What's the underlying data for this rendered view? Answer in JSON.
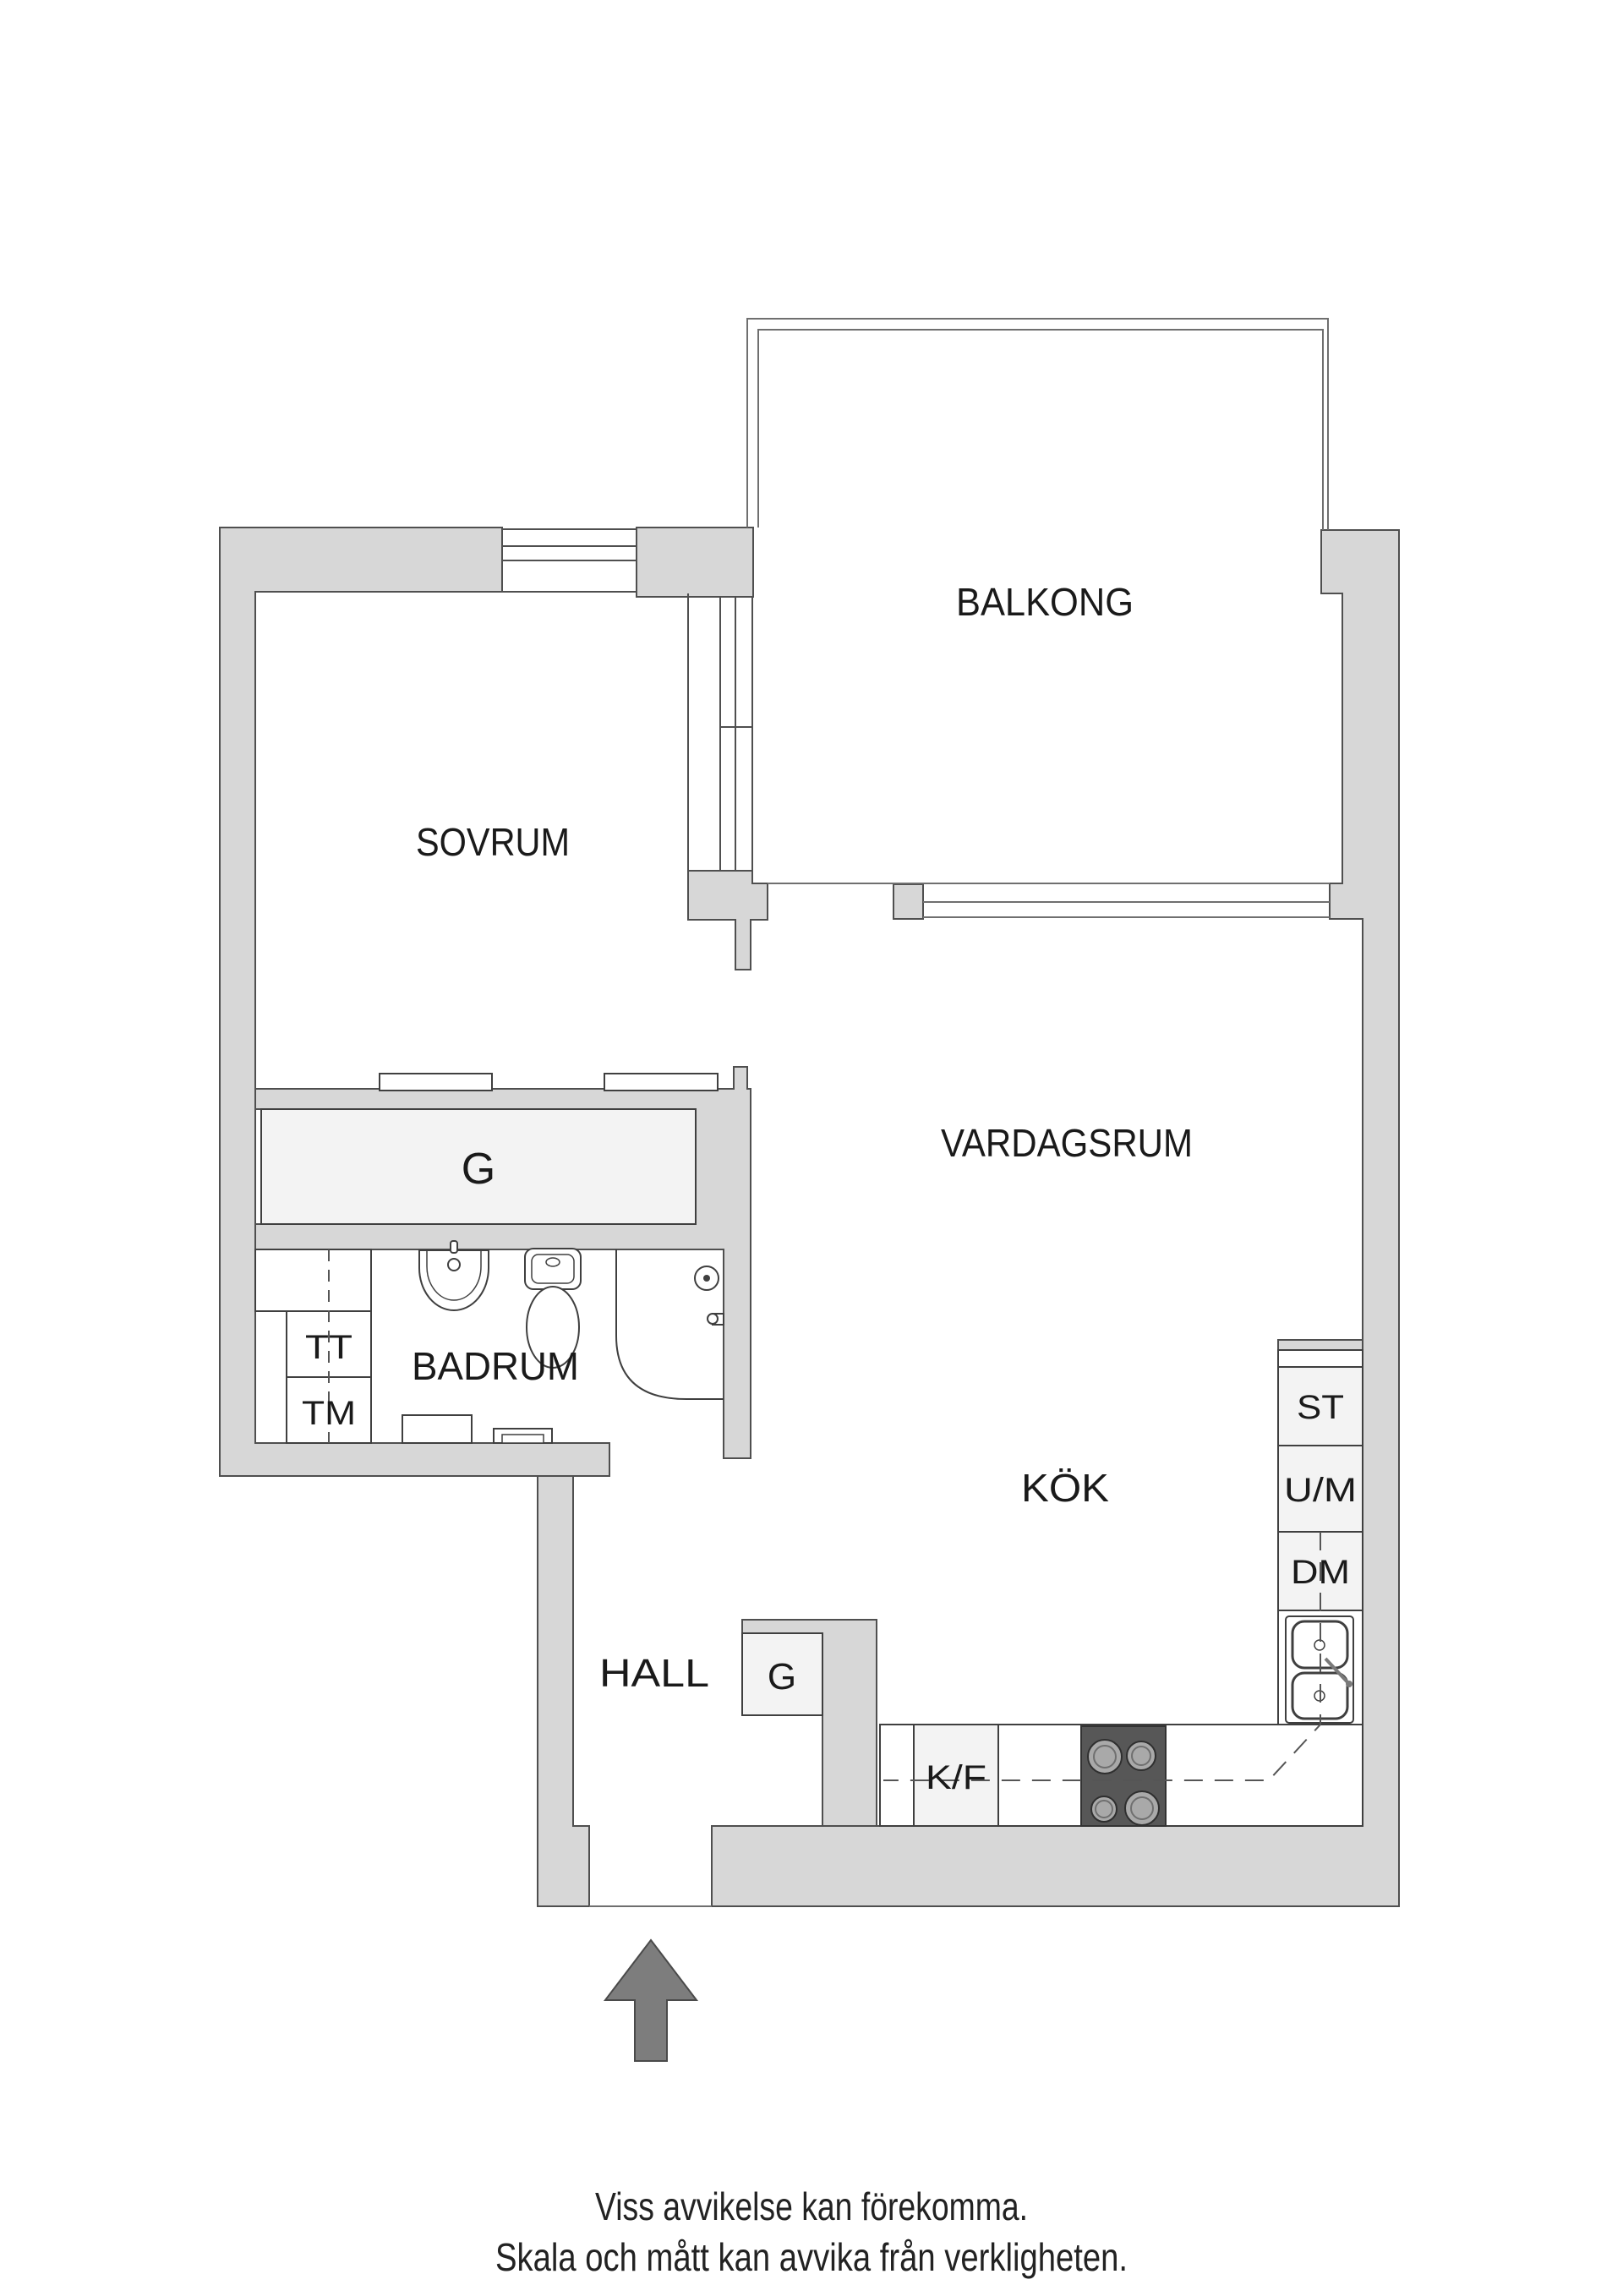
{
  "plan": {
    "type": "apartment-floor-plan",
    "rooms": [
      {
        "id": "balkong",
        "label": "BALKONG"
      },
      {
        "id": "sovrum",
        "label": "SOVRUM"
      },
      {
        "id": "vardagsrum",
        "label": "VARDAGSRUM"
      },
      {
        "id": "badrum",
        "label": "BADRUM",
        "units": [
          {
            "label": "TT"
          },
          {
            "label": "TM"
          }
        ],
        "fixtures": [
          "washbasin",
          "toilet",
          "corner-shower"
        ]
      },
      {
        "id": "kok",
        "label": "KÖK",
        "units": [
          {
            "label": "ST"
          },
          {
            "label": "U/M"
          },
          {
            "label": "DM"
          },
          {
            "label": "K/F"
          }
        ],
        "fixtures": [
          "double-sink",
          "stove-4-burners"
        ]
      },
      {
        "id": "hall",
        "label": "HALL",
        "units": [
          {
            "label": "G"
          }
        ]
      }
    ],
    "wardrobe": {
      "label": "G"
    }
  },
  "footer": {
    "line1": "Viss avvikelse kan förekomma.",
    "line2": "Skala och mått kan avvika från verkligheten."
  },
  "colors": {
    "wall_fill": "#d7d7d7",
    "wall_stroke": "#4f4f4f",
    "cabinet_fill": "#f3f3f3",
    "fixture_stroke": "#3f3f3f",
    "stove_fill": "#575757",
    "burner_fill": "#a9a9a9",
    "arrow_fill": "#7d7d7d",
    "thin_line": "#6f6f6f",
    "text": "#1a1a1a"
  }
}
